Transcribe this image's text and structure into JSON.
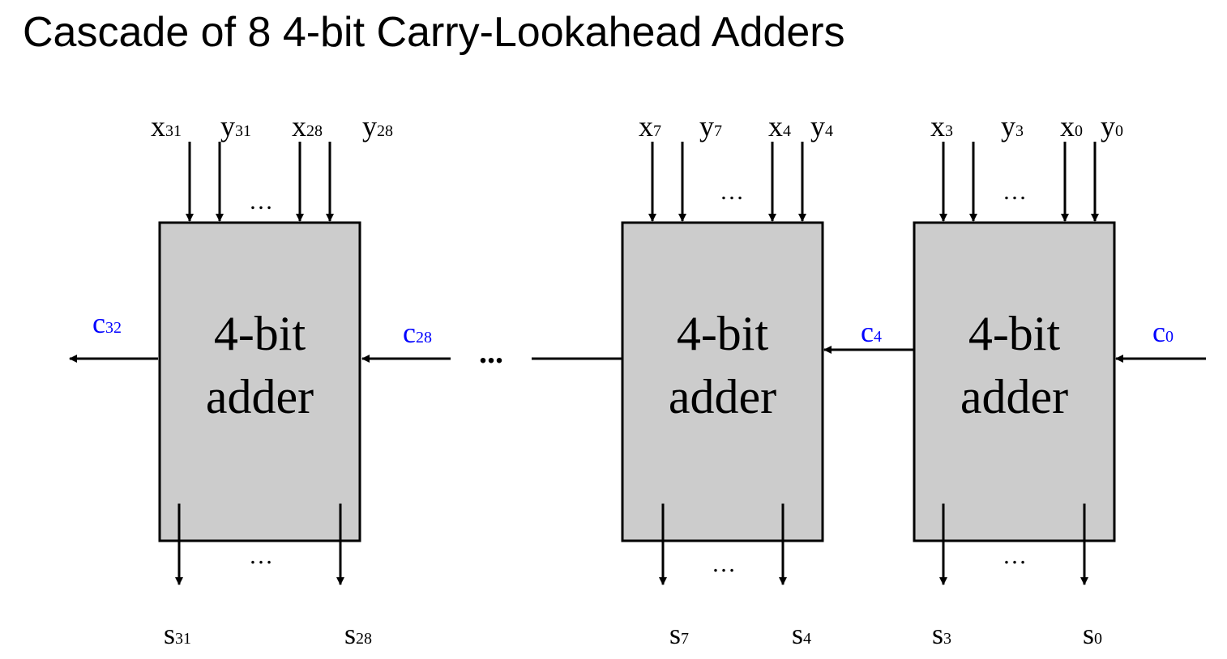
{
  "title": "Cascade of 8 4-bit Carry-Lookahead Adders",
  "colors": {
    "block_fill": "#cccccc",
    "stroke": "#000000",
    "carry_label": "#0000ff"
  },
  "adders": [
    {
      "line1": "4-bit",
      "line2": "adder",
      "inputs": [
        {
          "base": "x",
          "sub": "31"
        },
        {
          "base": "y",
          "sub": "31"
        },
        {
          "base": "x",
          "sub": "28"
        },
        {
          "base": "y",
          "sub": "28"
        }
      ],
      "input_ellipsis": "…",
      "outputs": [
        {
          "base": "s",
          "sub": "31"
        },
        {
          "base": "s",
          "sub": "28"
        }
      ],
      "output_ellipsis": "…",
      "carry_in": {
        "base": "c",
        "sub": "28"
      },
      "carry_out": {
        "base": "c",
        "sub": "32"
      }
    },
    {
      "line1": "4-bit",
      "line2": "adder",
      "inputs": [
        {
          "base": "x",
          "sub": "7"
        },
        {
          "base": "y",
          "sub": "7"
        },
        {
          "base": "x",
          "sub": "4"
        },
        {
          "base": "y",
          "sub": "4"
        }
      ],
      "input_ellipsis": "…",
      "outputs": [
        {
          "base": "s",
          "sub": "7"
        },
        {
          "base": "s",
          "sub": "4"
        }
      ],
      "output_ellipsis": "…",
      "carry_in": {
        "base": "c",
        "sub": "4"
      }
    },
    {
      "line1": "4-bit",
      "line2": "adder",
      "inputs": [
        {
          "base": "x",
          "sub": "3"
        },
        {
          "base": "y",
          "sub": "3"
        },
        {
          "base": "x",
          "sub": "0"
        },
        {
          "base": "y",
          "sub": "0"
        }
      ],
      "input_ellipsis": "…",
      "outputs": [
        {
          "base": "s",
          "sub": "3"
        },
        {
          "base": "s",
          "sub": "0"
        }
      ],
      "output_ellipsis": "…",
      "carry_in": {
        "base": "c",
        "sub": "0"
      }
    }
  ],
  "chain_ellipsis": "..."
}
